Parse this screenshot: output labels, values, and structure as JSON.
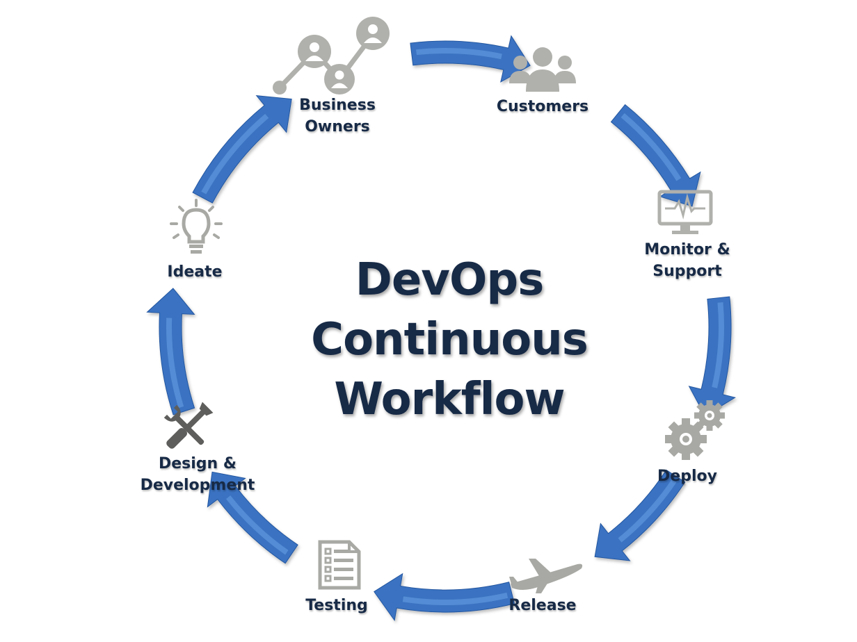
{
  "title_lines": [
    "DevOps",
    "Continuous",
    "Workflow"
  ],
  "nodes": [
    {
      "id": "business-owners",
      "label_lines": [
        "Business",
        "Owners"
      ],
      "icon": "network-people-icon"
    },
    {
      "id": "customers",
      "label_lines": [
        "Customers"
      ],
      "icon": "people-group-icon"
    },
    {
      "id": "monitor-support",
      "label_lines": [
        "Monitor &",
        "Support"
      ],
      "icon": "monitor-heartbeat-icon"
    },
    {
      "id": "deploy",
      "label_lines": [
        "Deploy"
      ],
      "icon": "gears-icon"
    },
    {
      "id": "release",
      "label_lines": [
        "Release"
      ],
      "icon": "airplane-icon"
    },
    {
      "id": "testing",
      "label_lines": [
        "Testing"
      ],
      "icon": "checklist-icon"
    },
    {
      "id": "design-development",
      "label_lines": [
        "Design &",
        "Development"
      ],
      "icon": "tools-icon"
    },
    {
      "id": "ideate",
      "label_lines": [
        "Ideate"
      ],
      "icon": "lightbulb-icon"
    }
  ],
  "colors": {
    "arrow": "#3a73c2",
    "arrow_dark": "#2456a0",
    "icon": "#a8a8a4",
    "label": "#172a46"
  }
}
